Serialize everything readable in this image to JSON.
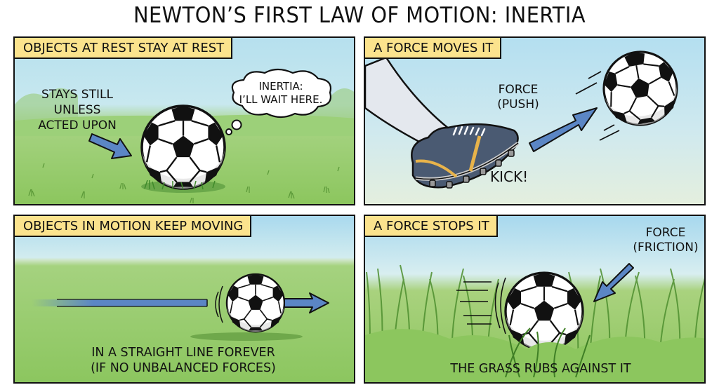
{
  "title": "NEWTON’S FIRST LAW OF MOTION: INERTIA",
  "panels": [
    {
      "caption": "OBJECTS AT REST STAY AT REST",
      "label_lines": [
        "STAYS STILL",
        "UNLESS",
        "ACTED UPON"
      ],
      "thought_bubble": [
        "INERTIA:",
        "I’LL WAIT HERE."
      ],
      "icons": [
        "soccer-ball-icon",
        "arrow-icon",
        "thought-bubble-icon"
      ]
    },
    {
      "caption": "A FORCE MOVES IT",
      "force_label": [
        "FORCE",
        "(PUSH)"
      ],
      "sound_effect": "KICK!",
      "icons": [
        "leg-icon",
        "soccer-cleat-icon",
        "arrow-icon",
        "soccer-ball-icon",
        "motion-lines-icon"
      ]
    },
    {
      "caption": "OBJECTS IN MOTION KEEP MOVING",
      "label_lines": [
        "IN A STRAIGHT LINE FOREVER",
        "(IF NO UNBALANCED FORCES)"
      ],
      "icons": [
        "motion-trail-icon",
        "soccer-ball-icon",
        "arrow-icon"
      ]
    },
    {
      "caption": "A FORCE STOPS IT",
      "force_label": [
        "FORCE",
        "(FRICTION)"
      ],
      "bottom_label": "THE GRASS RUBS AGAINST IT",
      "icons": [
        "tall-grass-icon",
        "soccer-ball-icon",
        "arrow-icon",
        "motion-lines-icon",
        "sparkle-icon"
      ]
    }
  ],
  "colors": {
    "caption_bg": "#fbe38d",
    "arrow_blue": "#5b86c5",
    "grass_green": "#8cc65e",
    "sky_blue": "#b6e0ee",
    "border": "#111111",
    "cleat_navy": "#4a5a72",
    "cleat_stripe": "#e8b34a"
  }
}
